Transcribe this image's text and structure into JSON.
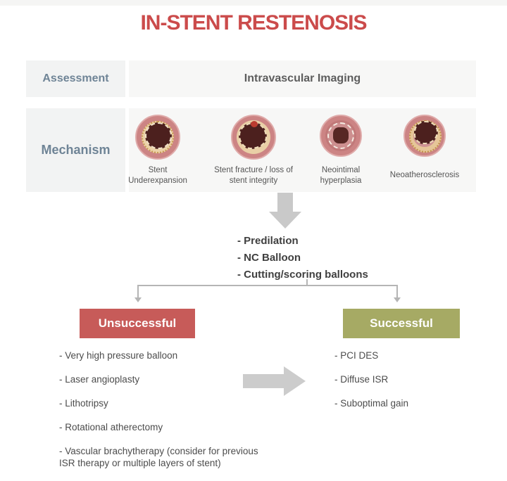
{
  "title": "IN-STENT RESTENOSIS",
  "colors": {
    "title_red": "#cb4b4b",
    "label_blue_gray": "#6f8496",
    "row_background": "#f5f5f4",
    "unsuccessful_red": "#c75b59",
    "successful_green": "#a6aa64",
    "arrow_gray": "#c9c9c9"
  },
  "rows": {
    "assessment": {
      "label": "Assessment",
      "value": "Intravascular Imaging"
    },
    "mechanism": {
      "label": "Mechanism",
      "items": [
        {
          "caption": "Stent Underexpansion"
        },
        {
          "caption": "Stent fracture / loss of stent integrity"
        },
        {
          "caption": "Neointimal hyperplasia"
        },
        {
          "caption": "Neoatherosclerosis"
        }
      ]
    }
  },
  "treatment": {
    "items": [
      "- Predilation",
      "- NC Balloon",
      "- Cutting/scoring balloons"
    ]
  },
  "outcomes": {
    "unsuccessful": {
      "label": "Unsuccessful",
      "items": [
        "- Very high pressure balloon",
        "- Laser angioplasty",
        "- Lithotripsy",
        "- Rotational atherectomy",
        "- Vascular brachytherapy (consider for previous ISR therapy or multiple layers of stent)"
      ]
    },
    "successful": {
      "label": "Successful",
      "items": [
        "- PCI DES",
        "- Diffuse ISR",
        "- Suboptimal gain"
      ]
    }
  }
}
